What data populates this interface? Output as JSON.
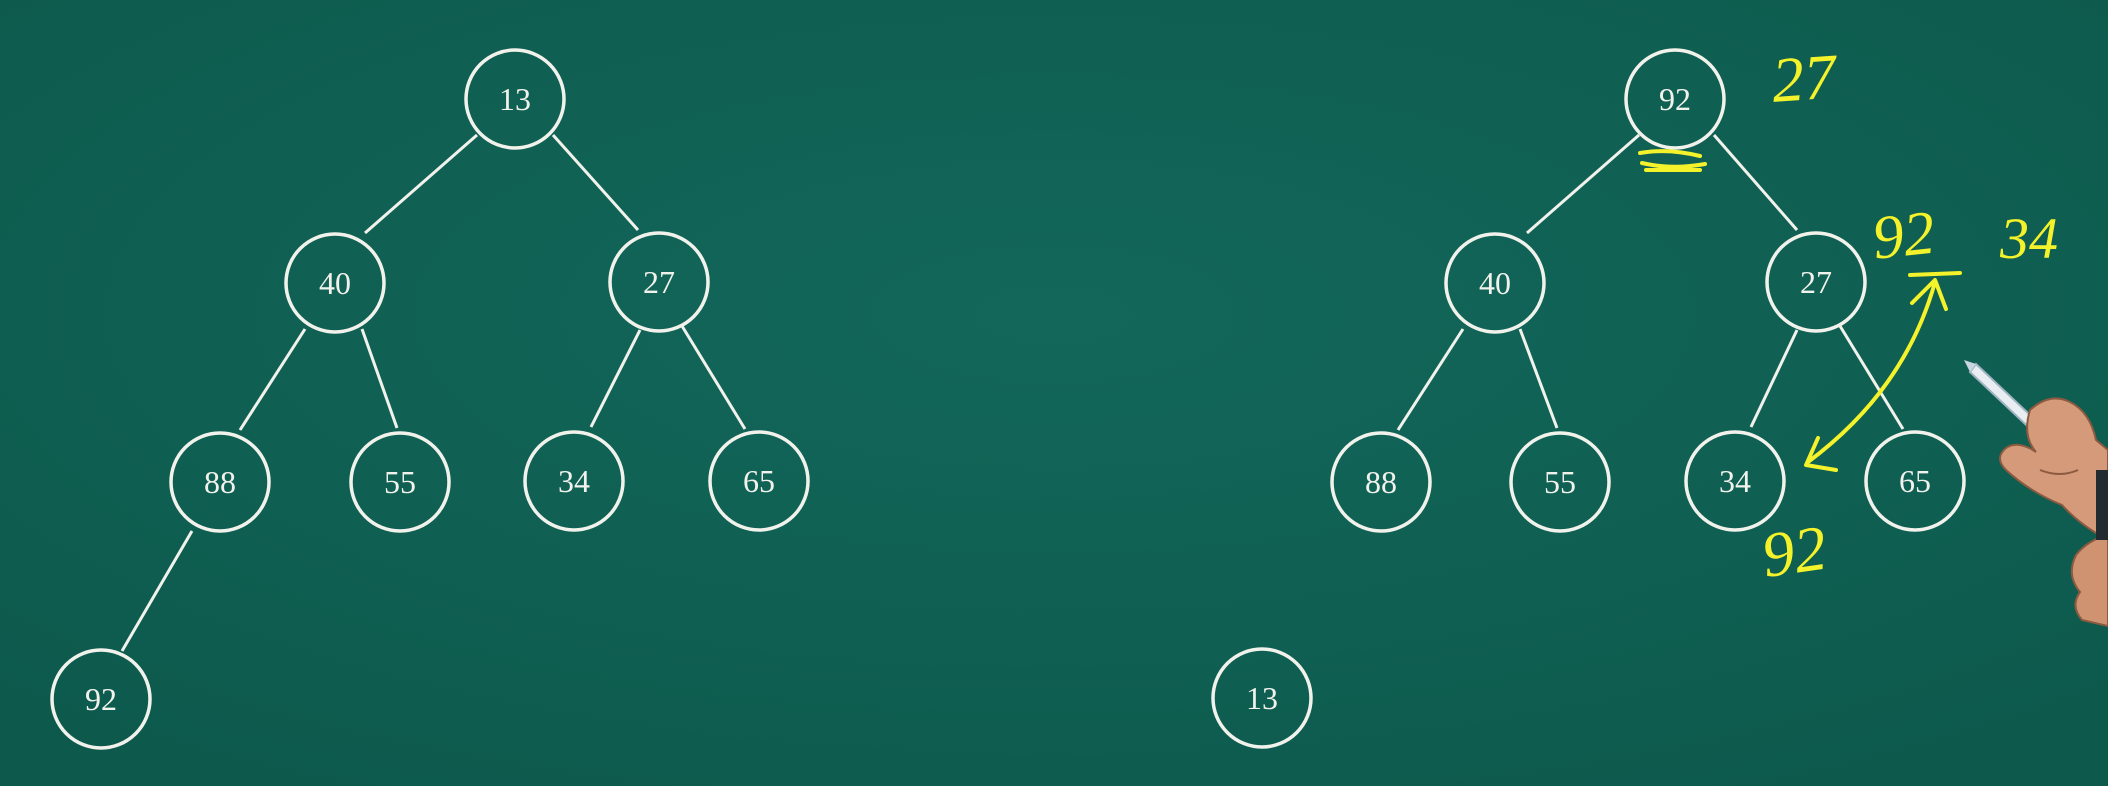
{
  "colors": {
    "board": "#0f5f52",
    "chalk": "#f2f2ec",
    "highlight": "#f4f22a"
  },
  "left_tree": {
    "nodes": {
      "root": "13",
      "l1_left": "40",
      "l1_right": "27",
      "l2_a": "88",
      "l2_b": "55",
      "l2_c": "34",
      "l2_d": "65",
      "l3_a": "92"
    }
  },
  "right_tree": {
    "nodes": {
      "root": "92",
      "l1_left": "40",
      "l1_right": "27",
      "l2_a": "88",
      "l2_b": "55",
      "l2_c": "34",
      "l2_d": "65"
    },
    "removed_node": "13"
  },
  "annotations": {
    "near_root": "27",
    "near_right_child_a": "92",
    "near_right_child_b": "34",
    "below_34": "92"
  }
}
